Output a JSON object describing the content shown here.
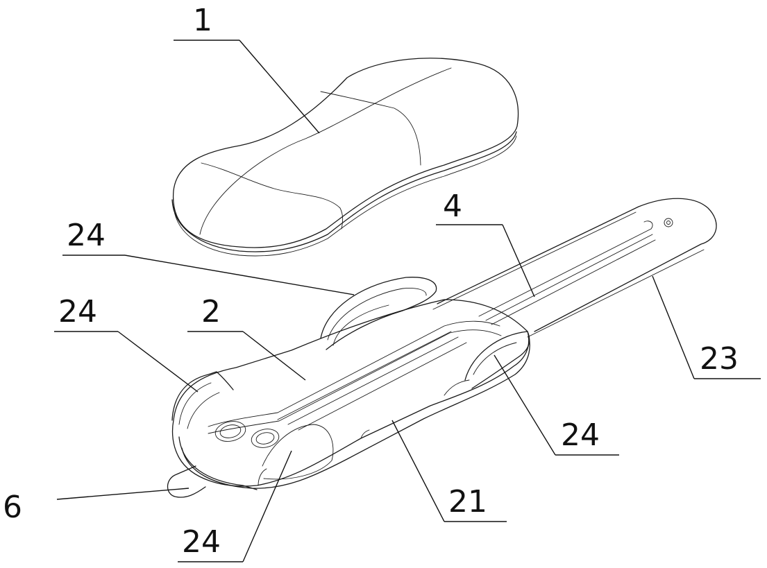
{
  "labels": {
    "cover": "1",
    "base": "2",
    "channel": "4",
    "tab": "6",
    "rim": "21",
    "strip": "23",
    "clip_top": "24",
    "clip_left": "24",
    "clip_right": "24",
    "clip_bottom": "24"
  }
}
